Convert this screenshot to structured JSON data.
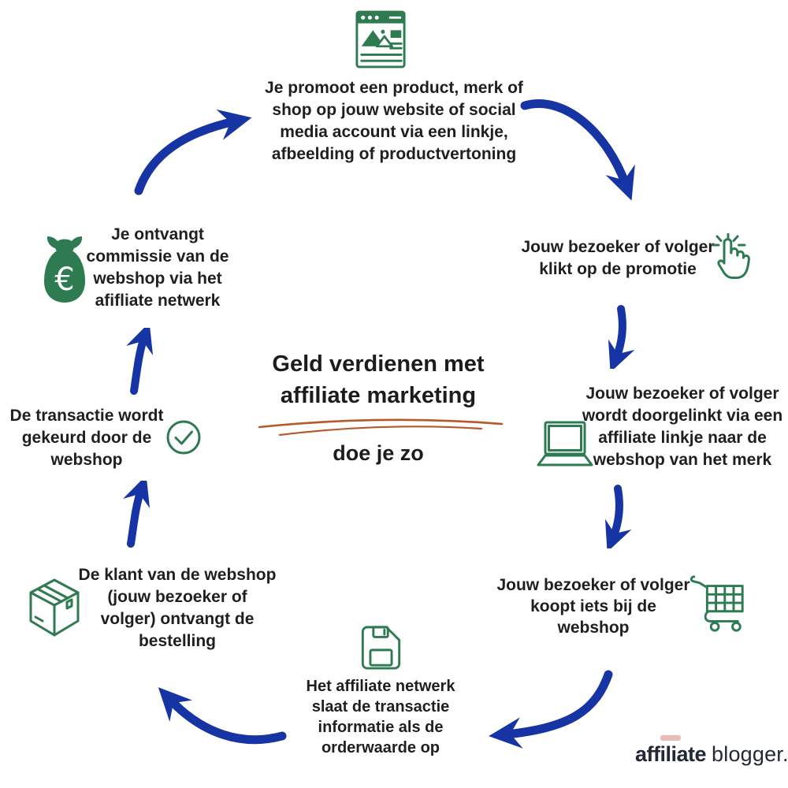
{
  "colors": {
    "green": "#2e7b51",
    "blue": "#1634a4",
    "text": "#1f1f1f",
    "orange": "#b65a2a",
    "logo": "#222838"
  },
  "center": {
    "title": "Geld verdienen met\naffiliate marketing",
    "subtitle": "doe je zo"
  },
  "steps": [
    {
      "id": "promote",
      "icon": "website-icon",
      "text": "Je promoot een product, merk of\nshop op jouw website of social\nmedia account via een linkje,\nafbeelding of productvertoning"
    },
    {
      "id": "click",
      "icon": "click-icon",
      "text": "Jouw bezoeker of volger\nklikt op de promotie"
    },
    {
      "id": "redirect",
      "icon": "laptop-icon",
      "text": "Jouw bezoeker of volger\nwordt doorgelinkt via een\naffiliate linkje naar de\nwebshop van het merk"
    },
    {
      "id": "purchase",
      "icon": "cart-icon",
      "text": "Jouw bezoeker of volger\nkoopt iets bij de\nwebshop"
    },
    {
      "id": "save",
      "icon": "floppy-icon",
      "text": "Het affiliate netwerk\nslaat de transactie\ninformatie als de\norderwaarde op"
    },
    {
      "id": "deliver",
      "icon": "package-icon",
      "text": "De klant van de webshop\n(jouw bezoeker of\nvolger) ontvangt de\nbestelling"
    },
    {
      "id": "approve",
      "icon": "check-icon",
      "text": "De transactie wordt\ngekeurd door de\nwebshop"
    },
    {
      "id": "commission",
      "icon": "moneybag-icon",
      "text": "Je ontvangt\ncommissie van de\nwebshop via het\nafifliate netwerk"
    }
  ],
  "icons": {
    "euro_symbol": "€"
  },
  "logo": {
    "bold": "affiliate",
    "light": "blogger."
  }
}
